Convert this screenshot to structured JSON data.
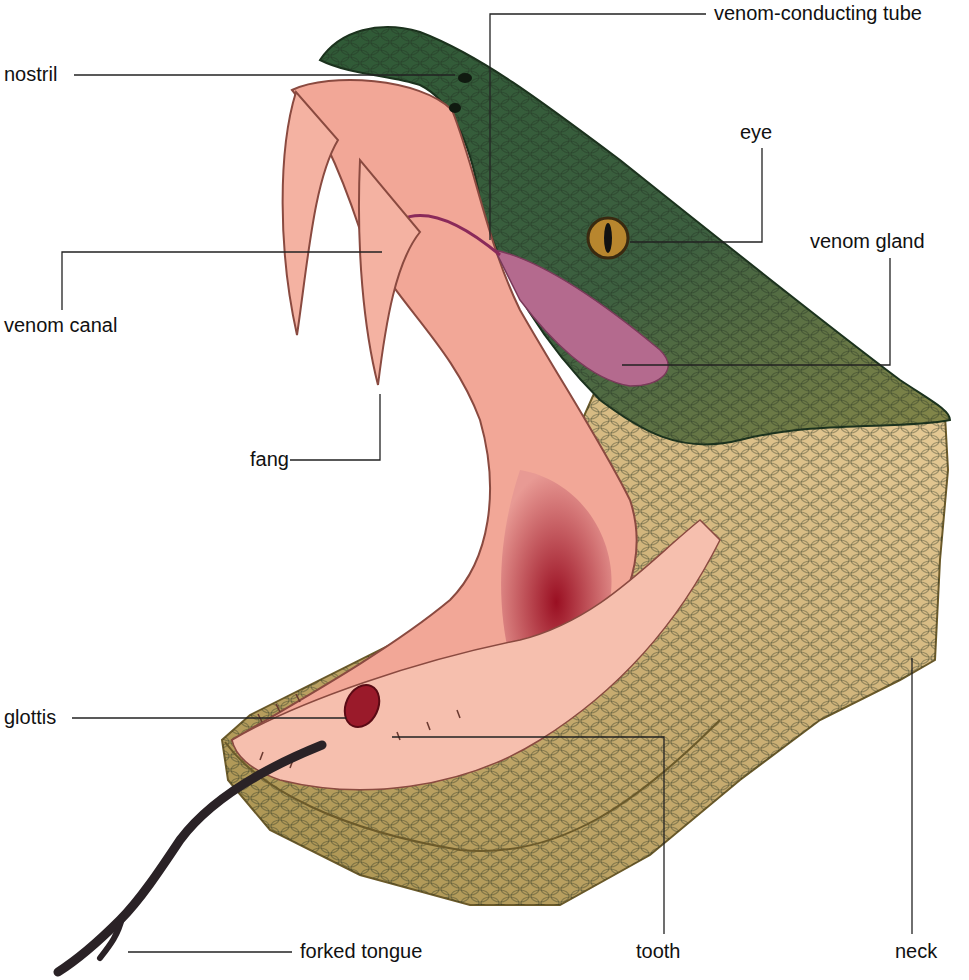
{
  "diagram": {
    "labels": [
      "nostril",
      "venom-conducting tube",
      "eye",
      "venom gland",
      "venom canal",
      "fang",
      "glottis",
      "forked tongue",
      "tooth",
      "neck"
    ]
  }
}
